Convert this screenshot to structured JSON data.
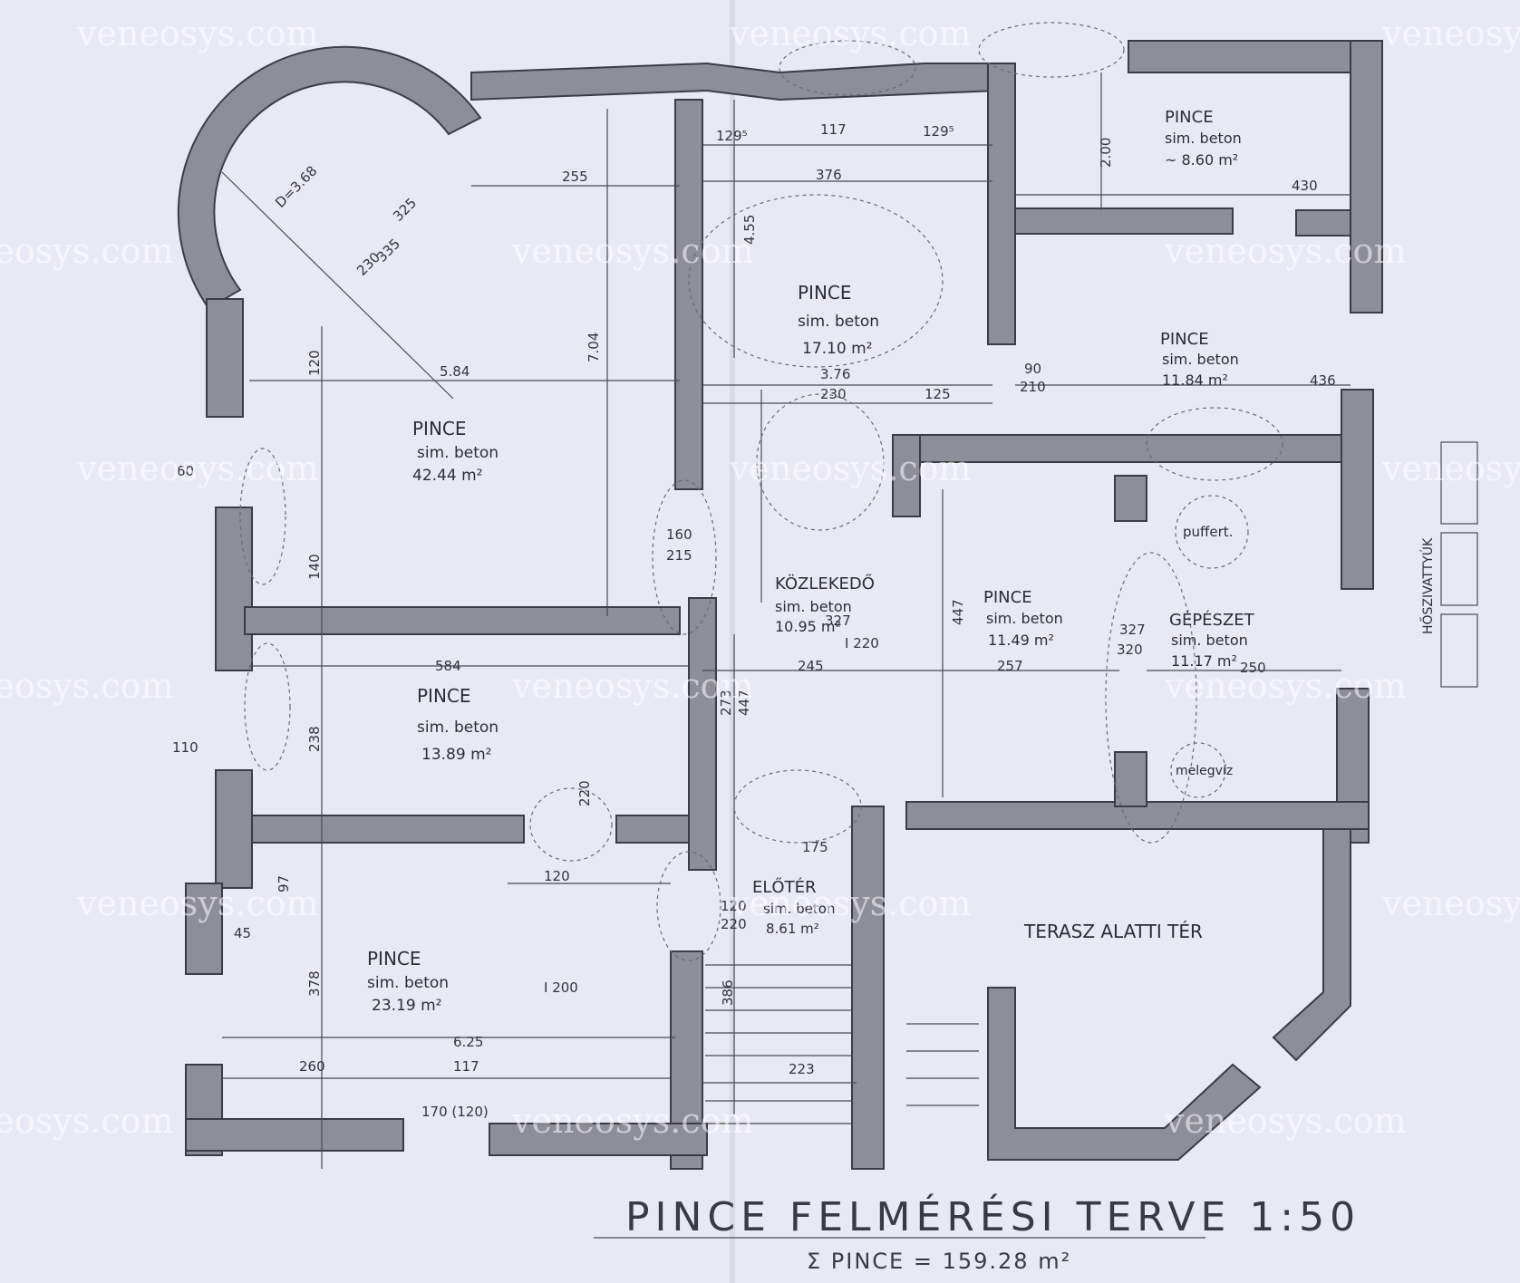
{
  "watermark": "veneosys.com",
  "title": "PINCE FELMÉRÉSI TERVE 1:50",
  "total": "Σ PINCE = 159.28 m²",
  "rooms": [
    {
      "name": "PINCE",
      "floor": "sim. beton",
      "area": "42.44 m²"
    },
    {
      "name": "PINCE",
      "floor": "sim. beton",
      "area": "17.10 m²"
    },
    {
      "name": "PINCE",
      "floor": "sim. beton",
      "area": "~ 8.60 m²"
    },
    {
      "name": "PINCE",
      "floor": "sim. beton",
      "area": "11.84 m²"
    },
    {
      "name": "KÖZLEKEDŐ",
      "floor": "sim. beton",
      "area": "10.95 m²"
    },
    {
      "name": "PINCE",
      "floor": "sim. beton",
      "area": "11.49 m²"
    },
    {
      "name": "GÉPÉSZET",
      "floor": "sim. beton",
      "area": "11.17 m²"
    },
    {
      "name": "PINCE",
      "floor": "sim. beton",
      "area": "13.89 m²"
    },
    {
      "name": "PINCE",
      "floor": "sim. beton",
      "area": "23.19 m²"
    },
    {
      "name": "ELŐTÉR",
      "floor": "sim. beton",
      "area": "8.61 m²"
    },
    {
      "name": "TERASZ ALATTI TÉR",
      "floor": "",
      "area": ""
    }
  ],
  "labels": {
    "puffer": "puffert.",
    "melegviz": "melegvíz",
    "hoszivattyuk": "HŐSZIVATTYÚK"
  },
  "dims": {
    "d1": "5.84",
    "d2": "255",
    "d3": "376",
    "d4": "3.76",
    "d5": "7.04",
    "d6": "584",
    "d7": "6.25",
    "d8": "260",
    "d9": "117",
    "d10": "223",
    "d11": "230",
    "d12": "125",
    "d13": "245",
    "d14": "257",
    "d15": "327",
    "d16": "320",
    "d17": "250",
    "d18": "447",
    "d19": "430",
    "d20": "436",
    "d21": "238",
    "d22": "378",
    "d23": "140",
    "d24": "120",
    "d25": "D=3.68",
    "d26": "325",
    "d27": "335",
    "d28": "230",
    "d29": "129⁵",
    "d30": "117",
    "d31": "129⁵",
    "d32": "4.55",
    "d33": "160",
    "d34": "215",
    "d35": "273",
    "d36": "447",
    "d37": "386",
    "d38": "175",
    "d39": "120",
    "d40": "220",
    "d41": "I 200",
    "d42": "90",
    "d43": "210",
    "d44": "2.00",
    "d45": "60",
    "d46": "110",
    "d47": "97",
    "d48": "45",
    "d49": "170 (120)",
    "d50": "120",
    "d51": "220",
    "d52": "327",
    "d53": "I 220"
  }
}
